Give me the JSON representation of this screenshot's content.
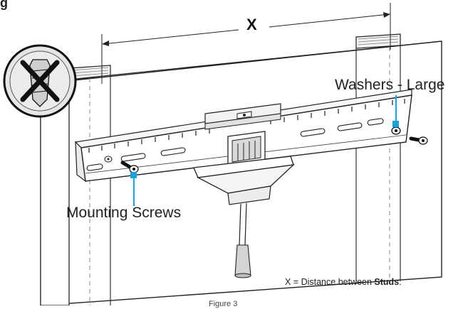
{
  "labels": {
    "top_heading": "g",
    "dimension": "X",
    "washers": "Washers - Large",
    "screws": "Mounting Screws",
    "footnote_prefix": "X = Distance between ",
    "footnote_bold": "Studs",
    "footnote_suffix": ".",
    "figure_caption": "Figure 3"
  },
  "icons": {
    "warning": "no-wall-anchor-icon"
  },
  "colors": {
    "callout": "#1aa3d9",
    "line": "#222222",
    "wall": "#ffffff"
  }
}
